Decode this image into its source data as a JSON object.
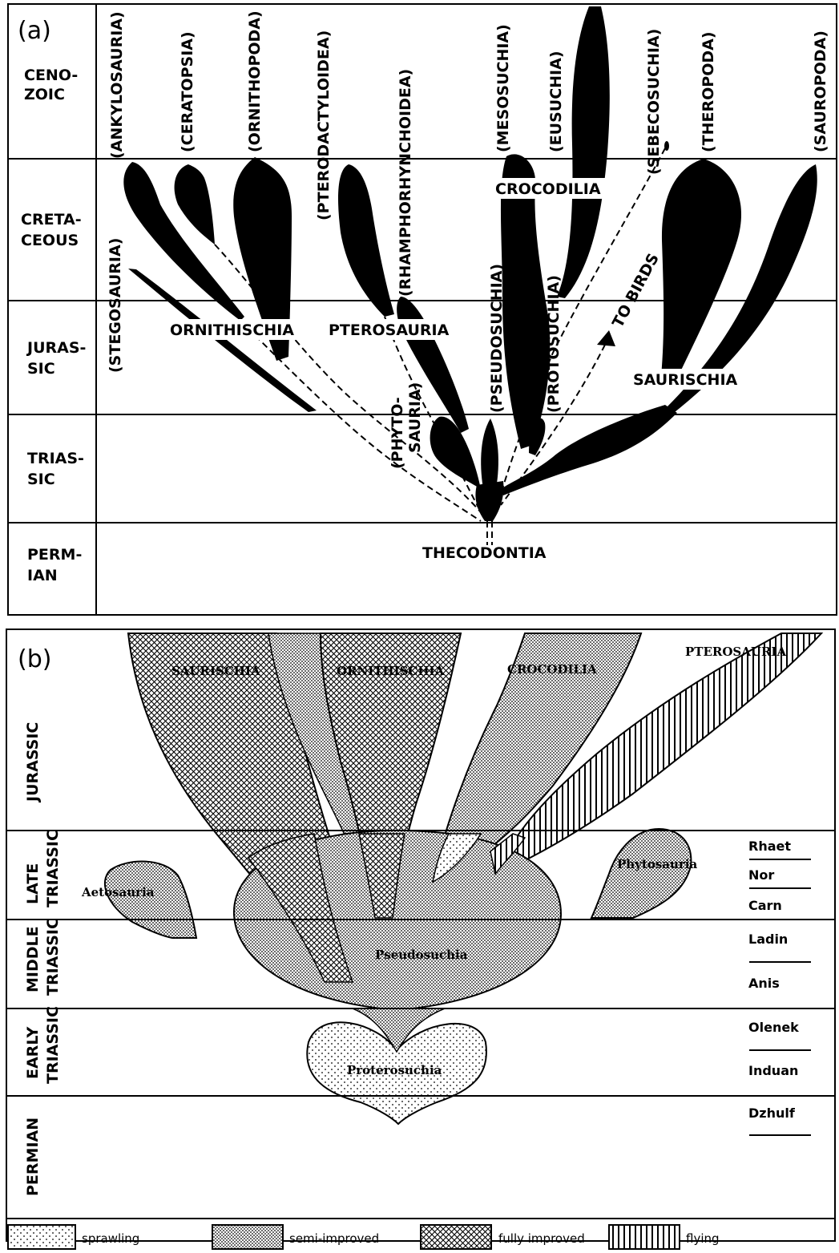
{
  "panel_a": {
    "tag": "(a)",
    "periods": [
      "CENO-",
      "ZOIC",
      "CRETA-",
      "CEOUS",
      "JURAS-",
      "SIC",
      "TRIAS-",
      "SIC",
      "PERM-",
      "IAN"
    ],
    "clades": {
      "ankylosauria": "(ANKYLOSAURIA)",
      "ceratopsia": "(CERATOPSIA)",
      "ornithopoda": "(ORNITHOPODA)",
      "stegosauria": "(STEGOSAURIA)",
      "pterodactyloidea": "(PTERODACTYLOIDEA)",
      "rhamphorhynchoidea": "(RHAMPHORHYNCHOIDEA)",
      "mesosuchia": "(MESOSUCHIA)",
      "eusuchia": "(EUSUCHIA)",
      "sebecosuchia": "(SEBECOSUCHIA)",
      "theropoda": "(THEROPODA)",
      "sauropoda": "(SAUROPODA)",
      "pseudosuchia": "(PSEUDOSUCHIA)",
      "protosuchia": "(PROTOSUCHIA)",
      "phytosauria_1": "(PHYTO-",
      "phytosauria_2": "SAURIA)"
    },
    "groups": {
      "ornithischia": "ORNITHISCHIA",
      "pterosauria": "PTEROSAURIA",
      "crocodilia": "CROCODILIA",
      "saurischia": "SAURISCHIA",
      "thecodontia": "THECODONTIA",
      "to_birds": "TO BIRDS"
    }
  },
  "panel_b": {
    "tag": "(b)",
    "periods": [
      "JURASSIC",
      "LATE",
      "TRIASSIC",
      "MIDDLE",
      "TRIASSIC",
      "EARLY",
      "TRIASSIC",
      "PERMIAN"
    ],
    "stages": [
      "Rhaet",
      "Nor",
      "Carn",
      "Ladin",
      "Anis",
      "Olenek",
      "Induan",
      "Dzhulf"
    ],
    "groups": {
      "saurischia": "SAURISCHIA",
      "ornithischia": "ORNITHISCHIA",
      "crocodilia": "CROCODILIA",
      "pterosauria": "PTEROSAURIA",
      "aetosauria": "Aetosauria",
      "phytosauria": "Phytosauria",
      "pseudosuchia": "Pseudosuchia",
      "proterosuchia": "Proterosuchia"
    },
    "legend": [
      "sprawling",
      "semi-improved",
      "fully improved",
      "flying"
    ]
  }
}
